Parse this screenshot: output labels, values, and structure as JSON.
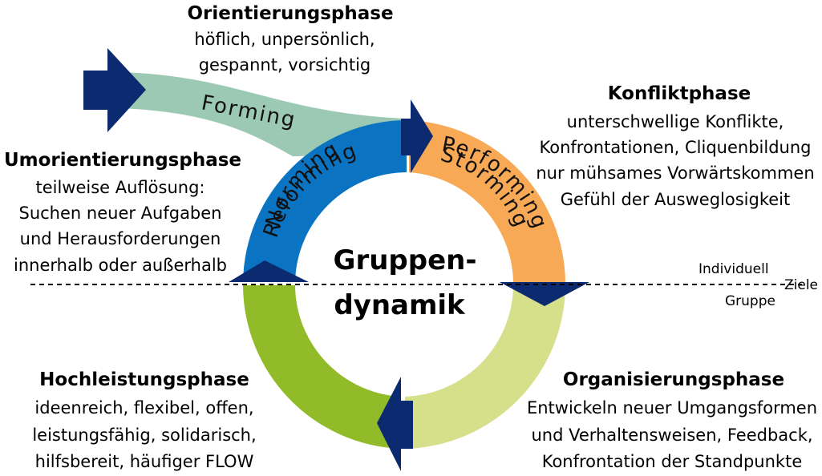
{
  "center": {
    "line1": "Gruppen-",
    "line2": "dynamik"
  },
  "ring": {
    "forming": "Forming",
    "storming": "Storming",
    "norming": "Norming",
    "performing": "Performing",
    "reforming": "Reforming"
  },
  "phases": {
    "orientierung": {
      "title": "Orientierungsphase",
      "lines": [
        "höflich, unpersönlich,",
        "gespannt, vorsichtig"
      ]
    },
    "konflikt": {
      "title": "Konfliktphase",
      "lines": [
        "unterschwellige Konflikte,",
        "Konfrontationen, Cliquenbildung",
        "nur mühsames Vorwärtskommen",
        "Gefühl der Ausweglosigkeit"
      ]
    },
    "umorientierung": {
      "title": "Umorientierungsphase",
      "lines": [
        "teilweise Auflösung:",
        "Suchen neuer Aufgaben",
        "und Herausforderungen",
        "innerhalb oder außerhalb"
      ]
    },
    "hochleistung": {
      "title": "Hochleistungsphase",
      "lines": [
        "ideenreich, flexibel, offen,",
        "leistungsfähig, solidarisch,",
        "hilfsbereit, häufiger FLOW"
      ]
    },
    "organisierung": {
      "title": "Organisierungsphase",
      "lines": [
        "Entwickeln neuer Umgangsformen",
        "und Verhaltensweisen, Feedback,",
        "Konfrontation der Standpunkte"
      ]
    }
  },
  "goals": {
    "individual": "Individuell",
    "goals": "Ziele",
    "group": "Gruppe"
  },
  "colors": {
    "forming": "#9cc9b4",
    "storming": "#f7a955",
    "norming": "#d6df8a",
    "performing": "#92bb2a",
    "reforming": "#0a74c2",
    "arrow": "#0b2a6f"
  }
}
